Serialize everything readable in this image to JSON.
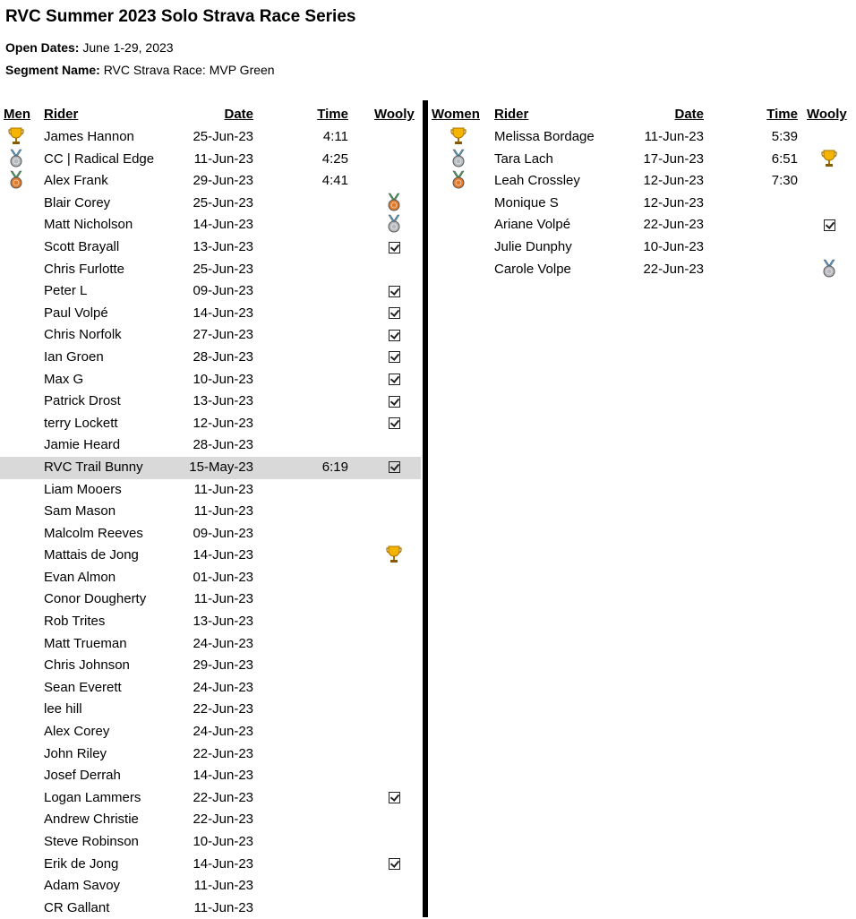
{
  "title": "RVC Summer 2023 Solo Strava Race Series",
  "open_dates_label": "Open Dates:",
  "open_dates_value": " June 1-29, 2023",
  "segment_label": "Segment Name:",
  "segment_value": " RVC Strava Race: MVP Green",
  "men": {
    "headers": {
      "place": "Men",
      "rider": "Rider",
      "date": "Date",
      "time": "Time",
      "wooly": "Wooly"
    },
    "rows": [
      {
        "place": "trophy-icon",
        "rider": "James Hannon",
        "date": "25-Jun-23",
        "time": "4:11",
        "wooly": ""
      },
      {
        "place": "silver-medal-icon",
        "rider": "CC | Radical Edge",
        "date": "11-Jun-23",
        "time": "4:25",
        "wooly": ""
      },
      {
        "place": "bronze-medal-icon",
        "rider": "Alex Frank",
        "date": "29-Jun-23",
        "time": "4:41",
        "wooly": ""
      },
      {
        "place": "",
        "rider": "Blair Corey",
        "date": "25-Jun-23",
        "time": "",
        "wooly": "bronze-medal-icon"
      },
      {
        "place": "",
        "rider": "Matt Nicholson",
        "date": "14-Jun-23",
        "time": "",
        "wooly": "silver-medal-icon"
      },
      {
        "place": "",
        "rider": "Scott Brayall",
        "date": "13-Jun-23",
        "time": "",
        "wooly": "check-icon"
      },
      {
        "place": "",
        "rider": "Chris Furlotte",
        "date": "25-Jun-23",
        "time": "",
        "wooly": ""
      },
      {
        "place": "",
        "rider": "Peter L",
        "date": "09-Jun-23",
        "time": "",
        "wooly": "check-icon"
      },
      {
        "place": "",
        "rider": "Paul Volpé",
        "date": "14-Jun-23",
        "time": "",
        "wooly": "check-icon"
      },
      {
        "place": "",
        "rider": "Chris Norfolk",
        "date": "27-Jun-23",
        "time": "",
        "wooly": "check-icon"
      },
      {
        "place": "",
        "rider": "Ian Groen",
        "date": "28-Jun-23",
        "time": "",
        "wooly": "check-icon"
      },
      {
        "place": "",
        "rider": "Max G",
        "date": "10-Jun-23",
        "time": "",
        "wooly": "check-icon"
      },
      {
        "place": "",
        "rider": "Patrick Drost",
        "date": "13-Jun-23",
        "time": "",
        "wooly": "check-icon"
      },
      {
        "place": "",
        "rider": "terry Lockett",
        "date": "12-Jun-23",
        "time": "",
        "wooly": "check-icon"
      },
      {
        "place": "",
        "rider": "Jamie Heard",
        "date": "28-Jun-23",
        "time": "",
        "wooly": ""
      },
      {
        "place": "",
        "rider": "RVC Trail Bunny",
        "date": "15-May-23",
        "time": "6:19",
        "wooly": "check-icon",
        "highlight": true
      },
      {
        "place": "",
        "rider": "Liam Mooers",
        "date": "11-Jun-23",
        "time": "",
        "wooly": ""
      },
      {
        "place": "",
        "rider": "Sam Mason",
        "date": "11-Jun-23",
        "time": "",
        "wooly": ""
      },
      {
        "place": "",
        "rider": "Malcolm Reeves",
        "date": "09-Jun-23",
        "time": "",
        "wooly": ""
      },
      {
        "place": "",
        "rider": "Mattais de Jong",
        "date": "14-Jun-23",
        "time": "",
        "wooly": "trophy-icon"
      },
      {
        "place": "",
        "rider": "Evan Almon",
        "date": "01-Jun-23",
        "time": "",
        "wooly": ""
      },
      {
        "place": "",
        "rider": "Conor Dougherty",
        "date": "11-Jun-23",
        "time": "",
        "wooly": ""
      },
      {
        "place": "",
        "rider": "Rob Trites",
        "date": "13-Jun-23",
        "time": "",
        "wooly": ""
      },
      {
        "place": "",
        "rider": "Matt Trueman",
        "date": "24-Jun-23",
        "time": "",
        "wooly": ""
      },
      {
        "place": "",
        "rider": "Chris Johnson",
        "date": "29-Jun-23",
        "time": "",
        "wooly": ""
      },
      {
        "place": "",
        "rider": "Sean Everett",
        "date": "24-Jun-23",
        "time": "",
        "wooly": ""
      },
      {
        "place": "",
        "rider": "lee hill",
        "date": "22-Jun-23",
        "time": "",
        "wooly": ""
      },
      {
        "place": "",
        "rider": "Alex Corey",
        "date": "24-Jun-23",
        "time": "",
        "wooly": ""
      },
      {
        "place": "",
        "rider": "John Riley",
        "date": "22-Jun-23",
        "time": "",
        "wooly": ""
      },
      {
        "place": "",
        "rider": "Josef Derrah",
        "date": "14-Jun-23",
        "time": "",
        "wooly": ""
      },
      {
        "place": "",
        "rider": "Logan Lammers",
        "date": "22-Jun-23",
        "time": "",
        "wooly": "check-icon"
      },
      {
        "place": "",
        "rider": "Andrew Christie",
        "date": "22-Jun-23",
        "time": "",
        "wooly": ""
      },
      {
        "place": "",
        "rider": "Steve Robinson",
        "date": "10-Jun-23",
        "time": "",
        "wooly": ""
      },
      {
        "place": "",
        "rider": "Erik de Jong",
        "date": "14-Jun-23",
        "time": "",
        "wooly": "check-icon"
      },
      {
        "place": "",
        "rider": "Adam Savoy",
        "date": "11-Jun-23",
        "time": "",
        "wooly": ""
      },
      {
        "place": "",
        "rider": "CR Gallant",
        "date": "11-Jun-23",
        "time": "",
        "wooly": ""
      }
    ]
  },
  "women": {
    "headers": {
      "place": "Women",
      "rider": "Rider",
      "date": "Date",
      "time": "Time",
      "wooly": "Wooly"
    },
    "rows": [
      {
        "place": "trophy-icon",
        "rider": "Melissa Bordage",
        "date": "11-Jun-23",
        "time": "5:39",
        "wooly": ""
      },
      {
        "place": "silver-medal-icon",
        "rider": "Tara Lach",
        "date": "17-Jun-23",
        "time": "6:51",
        "wooly": "trophy-icon"
      },
      {
        "place": "bronze-medal-icon",
        "rider": "Leah Crossley",
        "date": "12-Jun-23",
        "time": "7:30",
        "wooly": ""
      },
      {
        "place": "",
        "rider": "Monique S",
        "date": "12-Jun-23",
        "time": "",
        "wooly": ""
      },
      {
        "place": "",
        "rider": "Ariane Volpé",
        "date": "22-Jun-23",
        "time": "",
        "wooly": "check-icon"
      },
      {
        "place": "",
        "rider": "Julie Dunphy",
        "date": "10-Jun-23",
        "time": "",
        "wooly": ""
      },
      {
        "place": "",
        "rider": "Carole Volpe",
        "date": "22-Jun-23",
        "time": "",
        "wooly": "silver-medal-icon"
      }
    ]
  },
  "colors": {
    "highlight_row": "#d9d9d9",
    "gold": "#f5b400",
    "silver": "#b5b8bd",
    "bronze": "#e07b2e",
    "ribbon_blue": "#4da3d9",
    "ribbon_green": "#3aa655"
  }
}
